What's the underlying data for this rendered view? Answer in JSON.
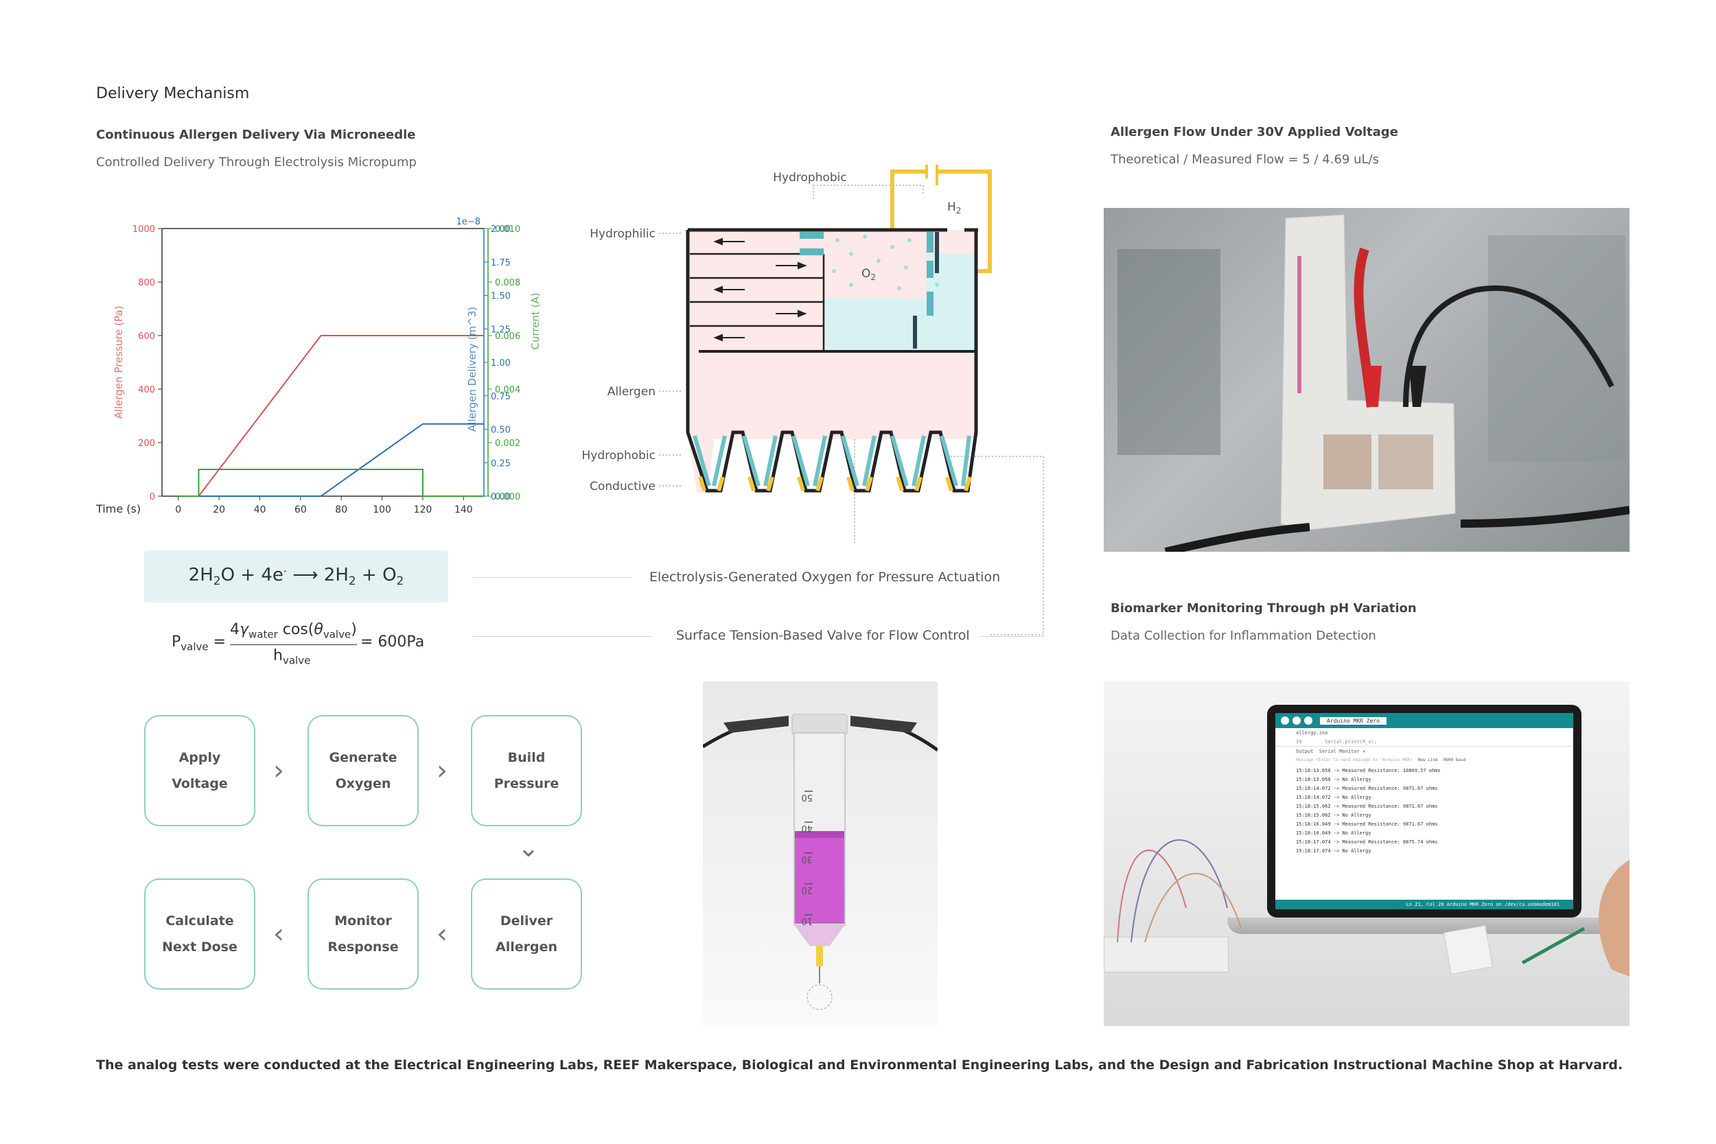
{
  "header": {
    "title": "Delivery Mechanism",
    "left_heading": "Continuous Allergen Delivery Via Microneedle",
    "left_sub": "Controlled Delivery Through Electrolysis Micropump"
  },
  "right_top": {
    "heading": "Allergen Flow Under 30V Applied Voltage",
    "sub": "Theoretical / Measured Flow = 5 / 4.69 uL/s"
  },
  "right_bottom": {
    "heading": "Biomarker Monitoring Through pH Variation",
    "sub": "Data Collection for Inflammation Detection"
  },
  "chart_data": {
    "type": "line",
    "xlabel": "Time (s)",
    "x_ticks": [
      "0",
      "20",
      "40",
      "60",
      "80",
      "100",
      "120",
      "140"
    ],
    "xlim": [
      -8,
      150
    ],
    "axes": [
      {
        "label": "Allergen Pressure (Pa)",
        "color": "#d9534f",
        "ticks": [
          "0",
          "200",
          "400",
          "600",
          "800",
          "1000"
        ],
        "ylim": [
          0,
          1000
        ]
      },
      {
        "label": "Allergen Delivery (m^3)",
        "color": "#2a6fb5",
        "ticks": [
          "0.00",
          "0.25",
          "0.50",
          "0.75",
          "1.00",
          "1.25",
          "1.50",
          "1.75",
          "2.00"
        ],
        "ylim": [
          0,
          2
        ],
        "offset_text": "1e−8"
      },
      {
        "label": "Current (A)",
        "color": "#3aa33a",
        "ticks": [
          "0.000",
          "0.002",
          "0.004",
          "0.006",
          "0.008",
          "0.010"
        ],
        "ylim": [
          0,
          0.01
        ]
      }
    ],
    "series": [
      {
        "axis": 0,
        "color": "#d9534f",
        "x": [
          10,
          70,
          150
        ],
        "y": [
          0,
          600,
          600
        ]
      },
      {
        "axis": 1,
        "color": "#2a6fb5",
        "x": [
          0,
          70,
          120,
          150
        ],
        "y": [
          0,
          0,
          0.54,
          0.54
        ]
      },
      {
        "axis": 2,
        "color": "#3aa33a",
        "x": [
          0,
          10,
          10,
          120,
          120,
          150
        ],
        "y": [
          0,
          0,
          0.001,
          0.001,
          0,
          0
        ]
      }
    ]
  },
  "diagram": {
    "labels": {
      "hydrophobic_top": "Hydrophobic",
      "hydrophilic": "Hydrophilic",
      "h2": "H",
      "h2_sub": "2",
      "o2": "O",
      "o2_sub": "2",
      "allergen": "Allergen",
      "hydrophobic_bottom": "Hydrophobic",
      "conductive": "Conductive"
    }
  },
  "equations": {
    "eq1": {
      "desc": "Electrolysis-Generated Oxygen for Pressure Actuation",
      "coef1": "2",
      "h": "H",
      "sub1": "2",
      "o": "O",
      "plus1": " + ",
      "coef2": "4",
      "e": "e",
      "sup": "-",
      "arrow": "⟶",
      "coef3": "2",
      "h2": "H",
      "sub2": "2",
      "plus2": " + ",
      "o2": "O",
      "sub3": "2"
    },
    "eq2": {
      "desc": "Surface Tension-Based Valve for Flow Control",
      "p": "P",
      "p_sub": "valve",
      "eq": " = ",
      "num_coef": "4",
      "gamma": "γ",
      "gamma_sub": "water",
      "cos": " cos(",
      "theta": "θ",
      "theta_sub": "valve",
      "close": ")",
      "den": "h",
      "den_sub": "valve",
      "result": "= 600Pa"
    }
  },
  "process": {
    "steps": [
      {
        "line1": "Apply",
        "line2": "Voltage"
      },
      {
        "line1": "Generate",
        "line2": "Oxygen"
      },
      {
        "line1": "Build",
        "line2": "Pressure"
      },
      {
        "line1": "Deliver",
        "line2": "Allergen"
      },
      {
        "line1": "Monitor",
        "line2": "Response"
      },
      {
        "line1": "Calculate",
        "line2": "Next Dose"
      }
    ],
    "arrows": [
      "›",
      "›",
      "⌄",
      "‹",
      "‹"
    ]
  },
  "syringe": {
    "marks": [
      "50",
      "40",
      "30",
      "20",
      "10"
    ]
  },
  "laptop_screen": {
    "board": "Arduino MKR Zero",
    "file": "allergy.ino",
    "line_no": "19",
    "code": "Serial.print(R_x);",
    "tab_output": "Output",
    "tab_monitor": "Serial Monitor ×",
    "placeholder": "Message (Enter to send message to 'Arduino MKR)",
    "newline": "New Line",
    "baud": "9600 baud",
    "log": [
      "15:18:13.050 -> Measured Resistance: 10869.57 ohms",
      "15:18:13.050 -> No Allergy",
      "15:18:14.072 -> Measured Resistance: 9871.67 ohms",
      "15:18:14.072 -> No Allergy",
      "15:18:15.062 -> Measured Resistance: 9871.67 ohms",
      "15:18:15.062 -> No Allergy",
      "15:18:16.049 -> Measured Resistance: 9871.67 ohms",
      "15:18:16.049 -> No Allergy",
      "15:18:17.074 -> Measured Resistance: 8875.74 ohms",
      "15:18:17.074 -> No Allergy"
    ],
    "status": "Ln 21, Col 20   Arduino MKR Zero on /dev/cu.usbmodem101"
  },
  "footer": {
    "note": "The analog tests were conducted at the Electrical Engineering Labs, REEF Makerspace, Biological and Environmental Engineering Labs, and the Design and Fabrication Instructional Machine Shop at Harvard."
  }
}
